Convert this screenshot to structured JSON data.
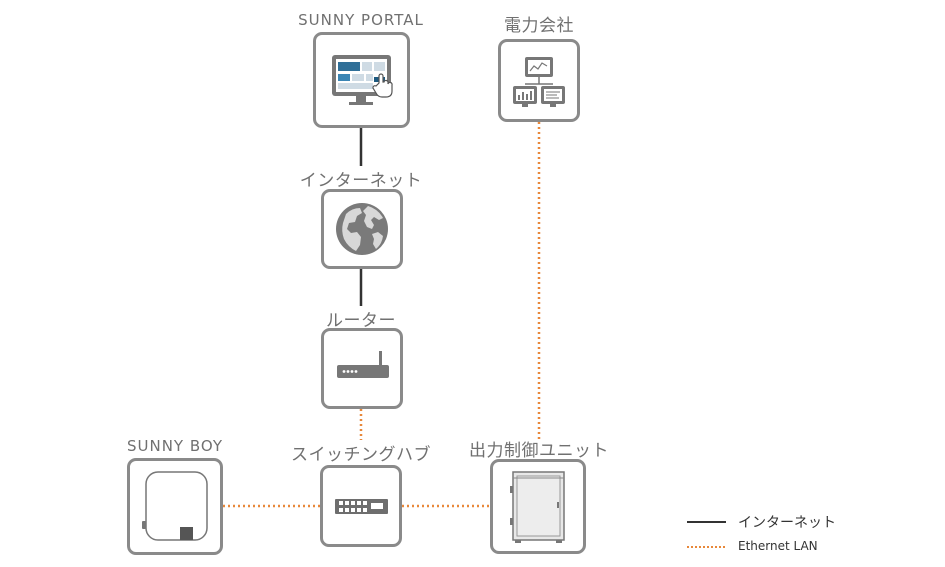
{
  "nodes": {
    "portal": {
      "label": "SUNNY PORTAL",
      "icon": "monitor-dashboard-icon"
    },
    "utility": {
      "label": "電力会社",
      "icon": "network-monitors-icon"
    },
    "internet": {
      "label": "インターネット",
      "icon": "globe-icon"
    },
    "router": {
      "label": "ルーター",
      "icon": "router-icon"
    },
    "inverter": {
      "label": "SUNNY BOY",
      "icon": "inverter-icon"
    },
    "switch": {
      "label": "スイッチングハブ",
      "icon": "network-switch-icon"
    },
    "controller": {
      "label": "出力制御ユニット",
      "icon": "control-cabinet-icon"
    }
  },
  "legend": {
    "internet": {
      "label": "インターネット",
      "color": "#333333"
    },
    "ethernet": {
      "label": "Ethernet LAN",
      "color": "#e8883a"
    }
  },
  "colors": {
    "box_border": "#8a8a8a",
    "internet_line": "#333333",
    "ethernet_line": "#e8883a"
  }
}
